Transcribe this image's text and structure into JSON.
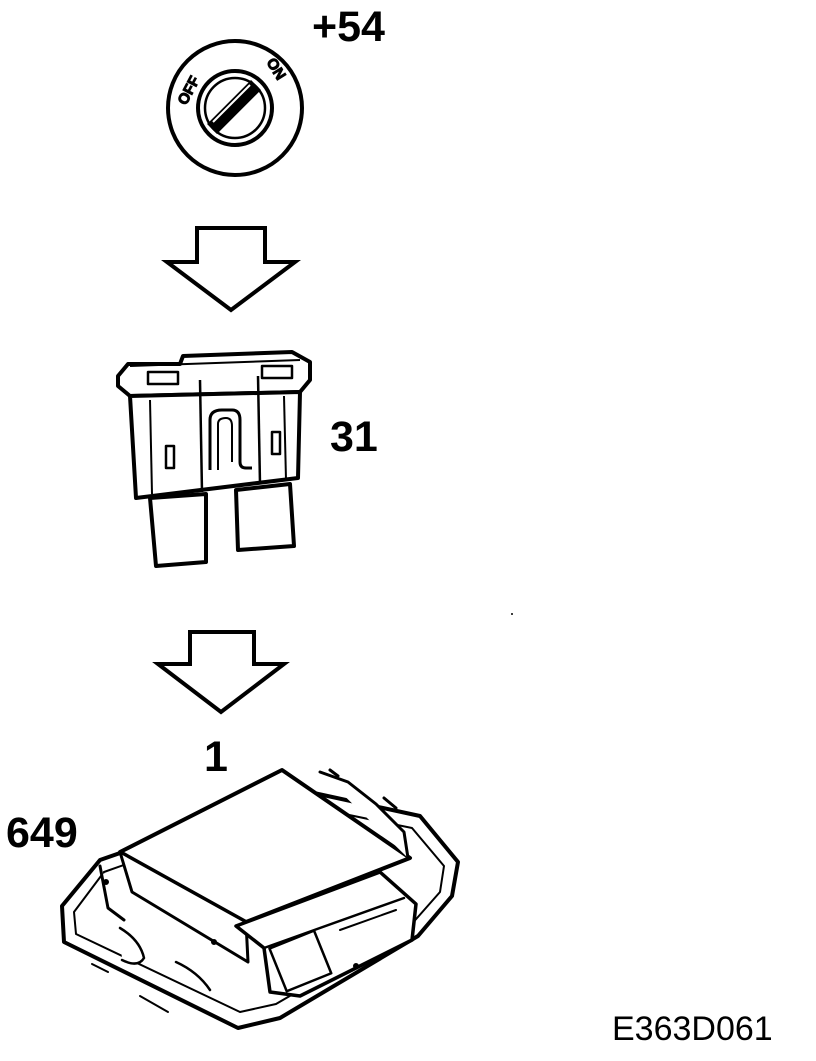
{
  "labels": {
    "ignition_terminal": "+54",
    "fuse_terminal": "31",
    "connector_pin": "1",
    "module_number": "649",
    "figure_code": "E363D061"
  },
  "ignition_switch": {
    "off_label": "OFF",
    "on_label": "ON"
  },
  "icons": [
    "ignition-switch-icon",
    "arrow-down-icon",
    "blade-fuse-icon",
    "control-module-icon"
  ]
}
